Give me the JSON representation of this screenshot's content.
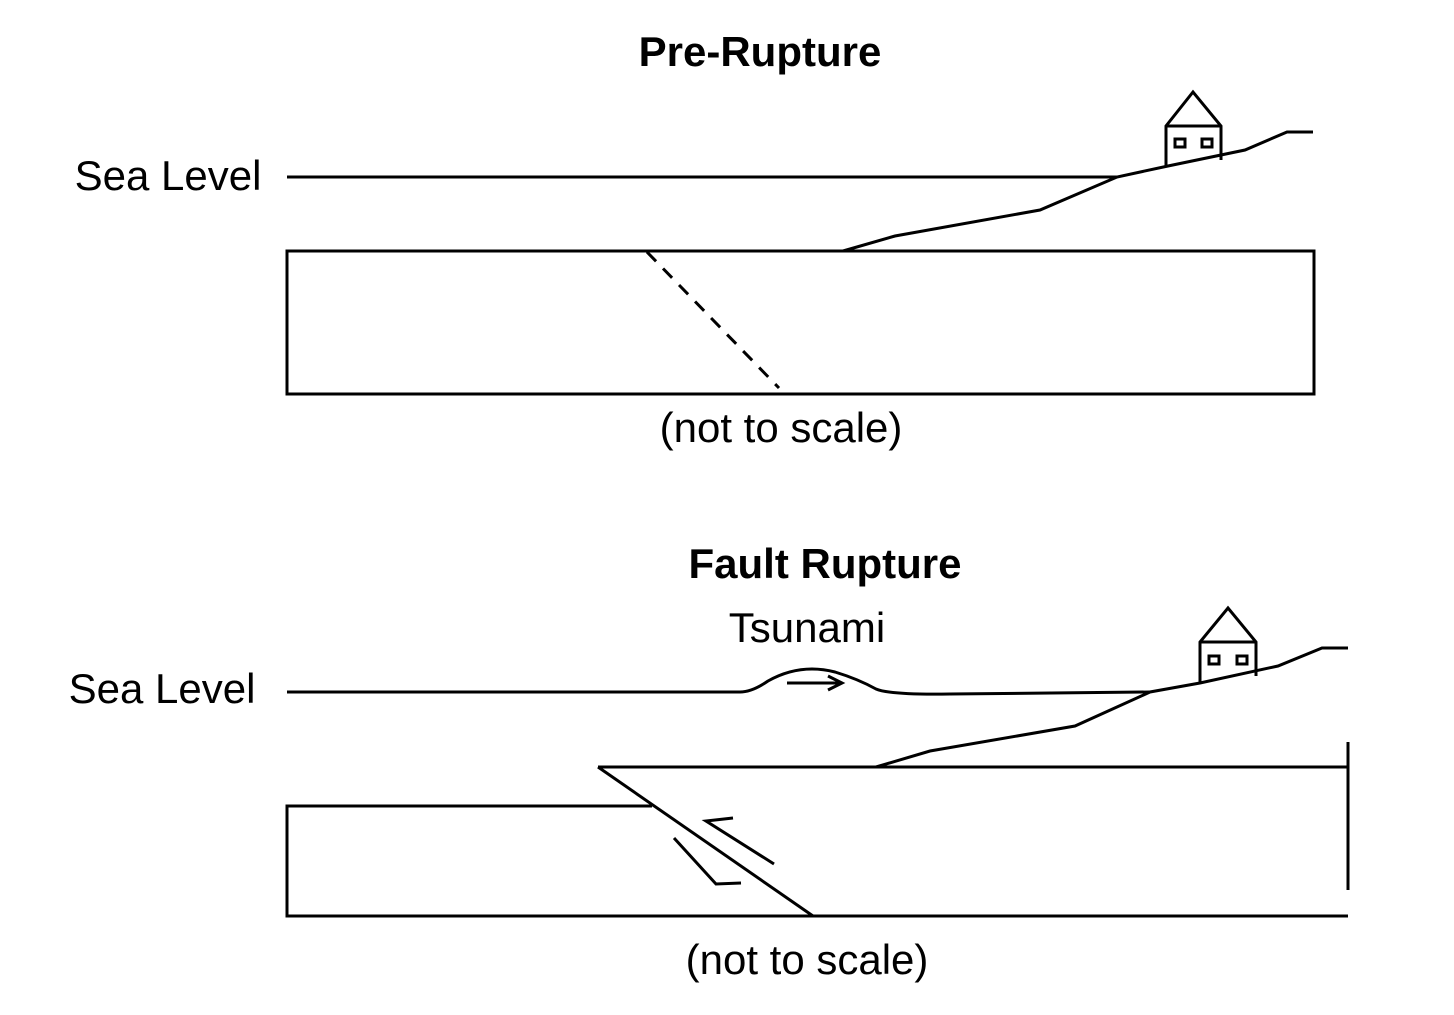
{
  "top_panel": {
    "title": "Pre-Rupture",
    "sea_level_label": "Sea Level",
    "note": "(not to scale)"
  },
  "bottom_panel": {
    "title": "Fault Rupture",
    "wave_label": "Tsunami",
    "sea_level_label": "Sea Level",
    "note": "(not to scale)"
  },
  "colors": {
    "line": "#000000",
    "background": "#ffffff"
  }
}
